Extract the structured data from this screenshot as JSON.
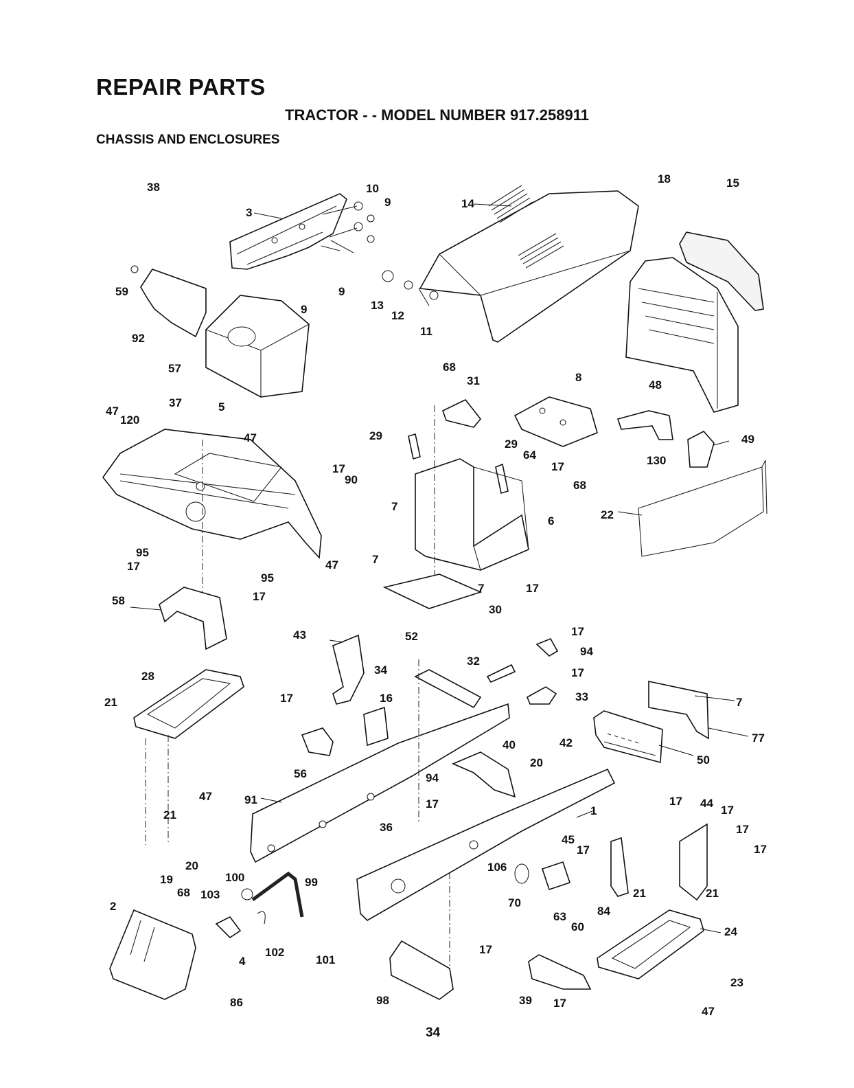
{
  "header": {
    "title": "REPAIR PARTS",
    "subtitle": "TRACTOR - - MODEL NUMBER 917.258911",
    "section": "CHASSIS AND ENCLOSURES"
  },
  "footer": {
    "page_number": "34"
  },
  "callouts": [
    "10",
    "9",
    "3",
    "14",
    "18",
    "15",
    "38",
    "59",
    "92",
    "57",
    "5",
    "9",
    "9",
    "13",
    "12",
    "11",
    "47",
    "120",
    "37",
    "47",
    "68",
    "31",
    "8",
    "48",
    "29",
    "29",
    "64",
    "17",
    "17",
    "90",
    "68",
    "130",
    "49",
    "7",
    "6",
    "22",
    "95",
    "17",
    "47",
    "95",
    "17",
    "7",
    "7",
    "17",
    "58",
    "30",
    "43",
    "52",
    "17",
    "94",
    "34",
    "32",
    "17",
    "33",
    "7",
    "77",
    "28",
    "21",
    "17",
    "16",
    "56",
    "47",
    "40",
    "42",
    "20",
    "50",
    "91",
    "94",
    "17",
    "17",
    "44",
    "17",
    "1",
    "21",
    "17",
    "36",
    "17",
    "45",
    "17",
    "106",
    "19",
    "20",
    "100",
    "99",
    "21",
    "21",
    "68",
    "103",
    "2",
    "70",
    "63",
    "60",
    "84",
    "24",
    "4",
    "102",
    "101",
    "17",
    "98",
    "39",
    "17",
    "23",
    "86",
    "47"
  ]
}
